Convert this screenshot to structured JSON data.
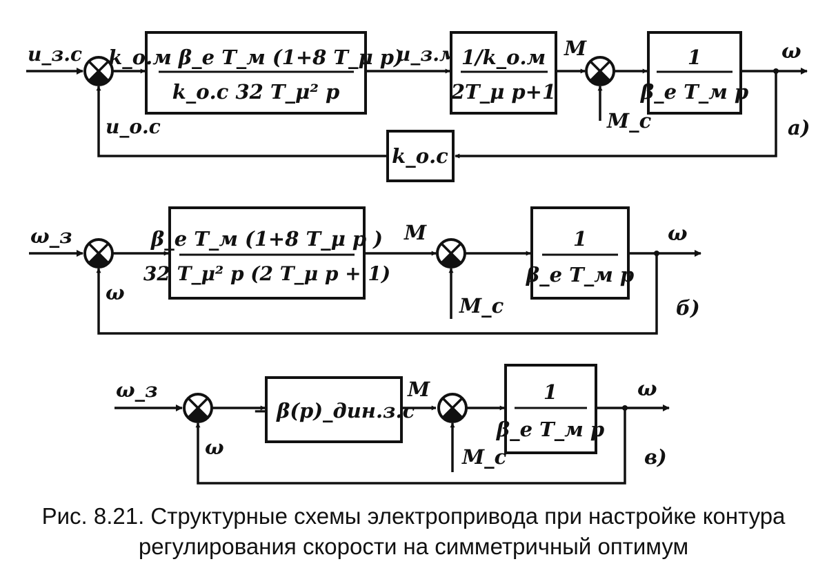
{
  "diagram_a": {
    "input_label": "u_з.с",
    "feedback_signal_label": "u_о.с",
    "speed_regulator": {
      "numerator": "k_о.м β_e T_м (1+8 T_μ p)",
      "denominator": "k_о.с 32 T_μ² p"
    },
    "mid_signal_label": "u_з.м",
    "current_loop": {
      "numerator": "1/k_о.м",
      "denominator": "2T_μ p+1"
    },
    "torque_label": "M",
    "load_torque_label": "M_с",
    "mechanics": {
      "numerator": "1",
      "denominator": "β_e T_м p"
    },
    "output_label": "ω",
    "feedback_block": "k_о.с",
    "panel_label": "а)"
  },
  "diagram_b": {
    "input_label": "ω_з",
    "feedback_signal_label": "ω",
    "open_loop": {
      "numerator": "β_e T_м (1+8 T_μ p )",
      "denominator": "32 T_μ² p (2 T_μ p + 1)"
    },
    "torque_label": "M",
    "load_torque_label": "M_с",
    "mechanics": {
      "numerator": "1",
      "denominator": "β_e T_м p"
    },
    "output_label": "ω",
    "panel_label": "б)"
  },
  "diagram_c": {
    "input_label": "ω_з",
    "feedback_signal_label": "ω",
    "dynamic_block": "− β(p)_дин.з.с",
    "torque_label": "M",
    "load_torque_label": "M_с",
    "mechanics": {
      "numerator": "1",
      "denominator": "β_e T_м p"
    },
    "output_label": "ω",
    "panel_label": "в)"
  },
  "caption": {
    "line1": "Рис. 8.21. Структурные схемы электропривода при настройке контура",
    "line2": "регулирования скорости на симметричный оптимум"
  }
}
